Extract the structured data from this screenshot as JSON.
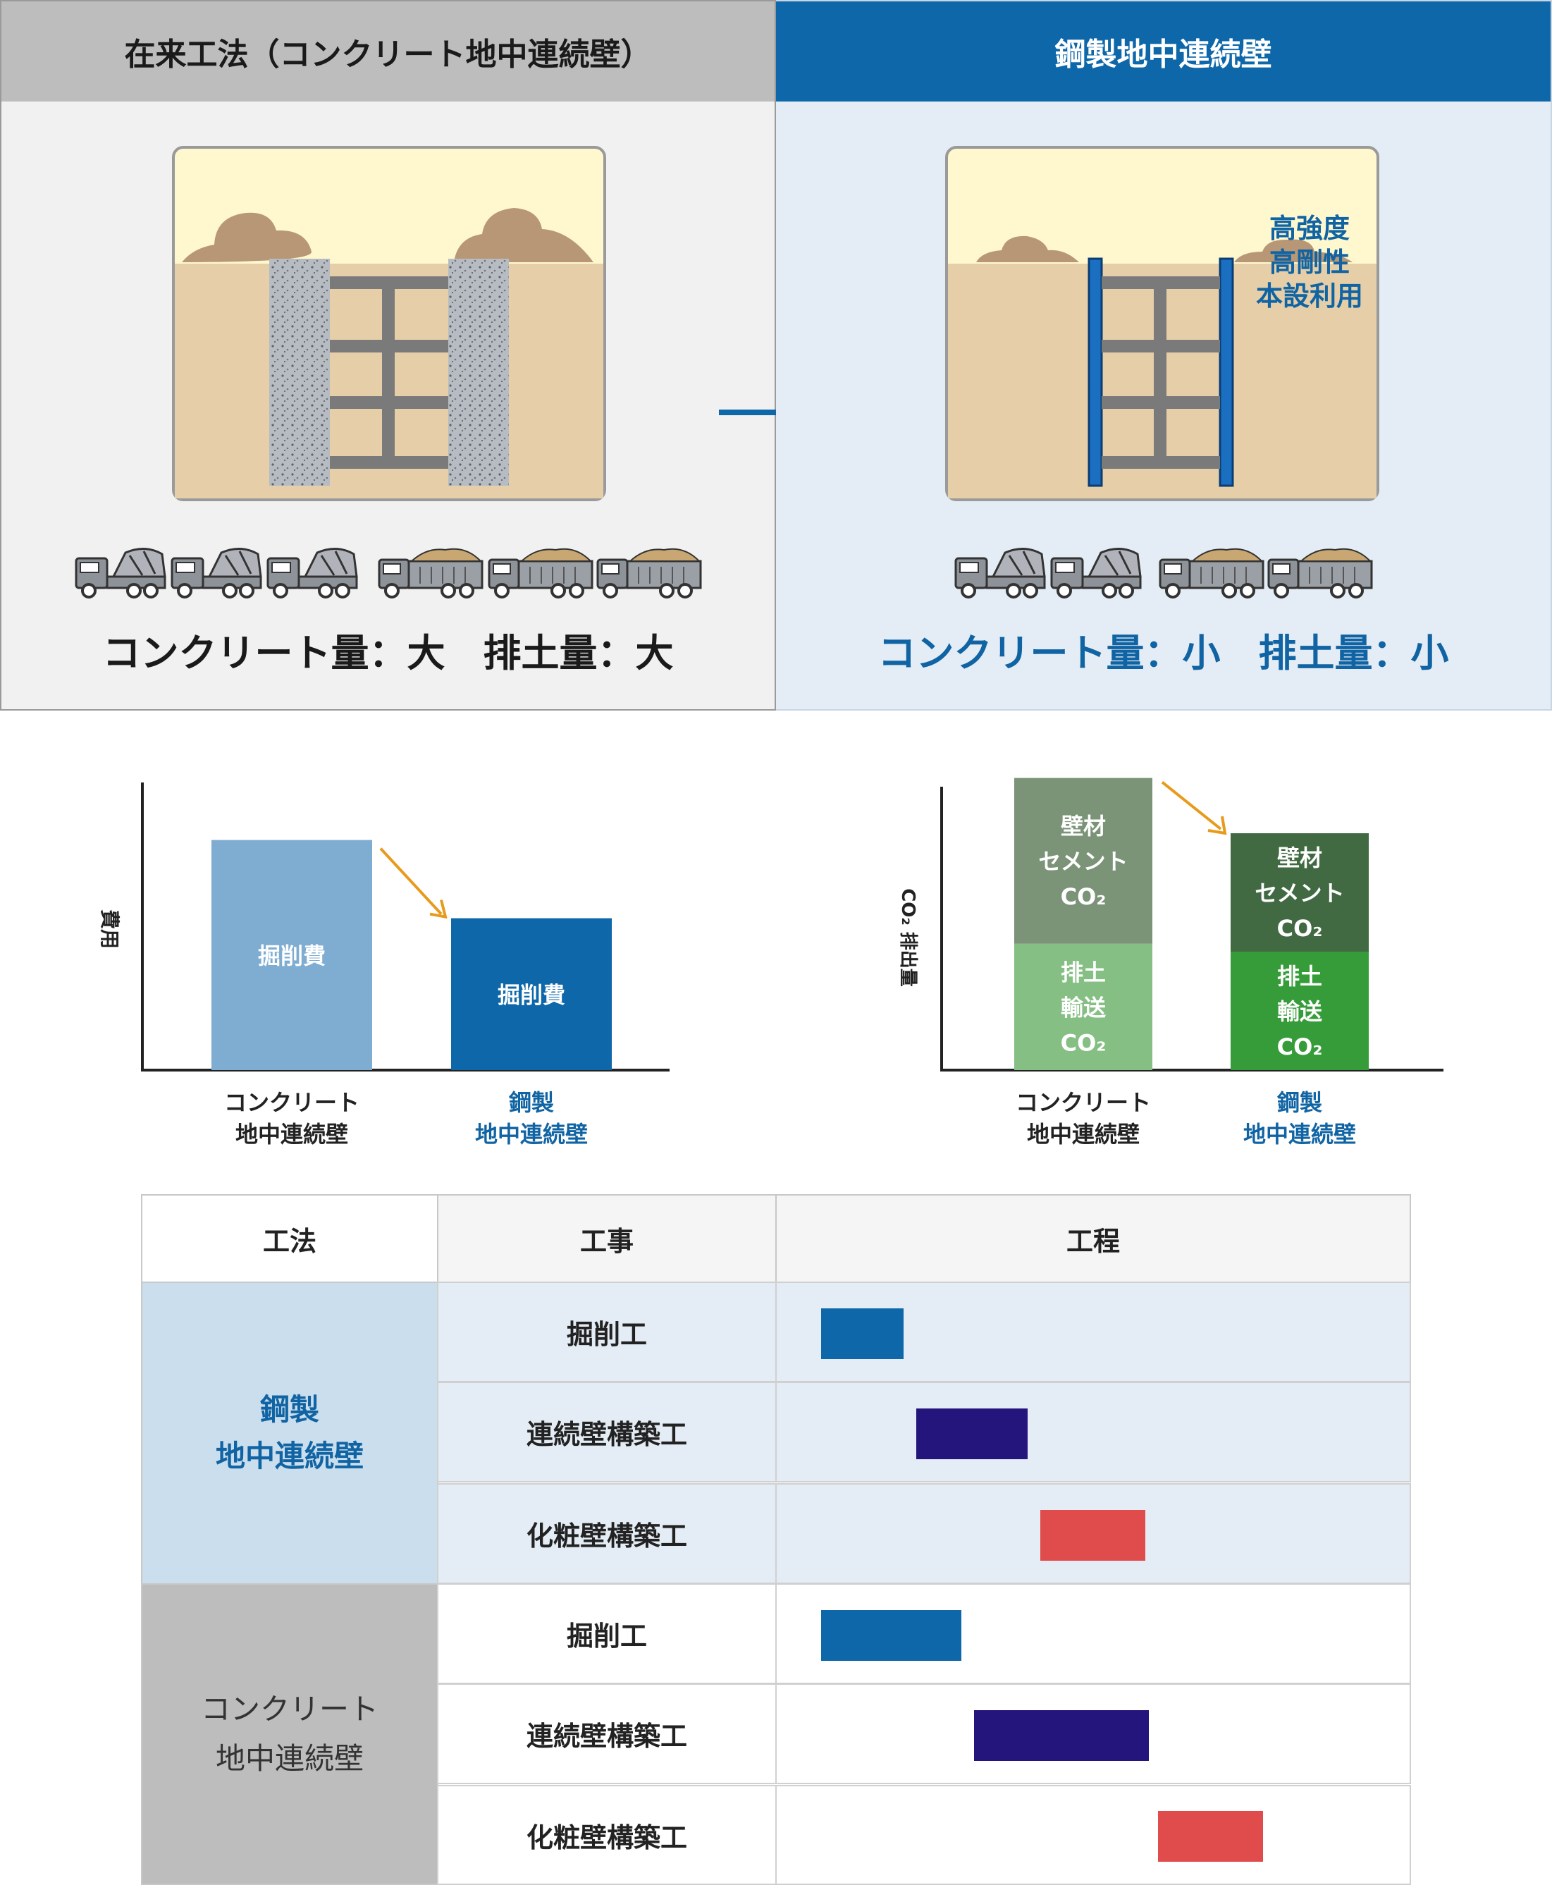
{
  "comparison": {
    "left": {
      "title": "在来工法（コンクリート地中連続壁）",
      "summary": "コンクリート量：大　排土量：大"
    },
    "right": {
      "title": "鋼製地中連続壁",
      "wall_note": [
        "高強度",
        "高剛性",
        "本設利用"
      ],
      "summary": "コンクリート量：小　排土量：小"
    }
  },
  "colors": {
    "steel_blue": "#0e67a9",
    "concrete_gray": "#bdbdbd",
    "orange_arrow": "#e89a1b",
    "excavation_bar": "#0e67a9",
    "wall_bar": "#24157c",
    "finish_bar": "#e04b4b"
  },
  "chart_data": [
    {
      "type": "bar",
      "ylabel": "費用",
      "categories": [
        "コンクリート\n地中連続壁",
        "鋼製\n地中連続壁"
      ],
      "series": [
        {
          "name": "掘削費",
          "values": [
            100,
            66
          ]
        }
      ]
    },
    {
      "type": "bar",
      "stacked": true,
      "ylabel": "CO₂ 排出量",
      "categories": [
        "コンクリート\n地中連続壁",
        "鋼製\n地中連続壁"
      ],
      "series": [
        {
          "name": "排土輸送CO₂",
          "values": [
            48,
            45
          ]
        },
        {
          "name": "壁材セメントCO₂",
          "values": [
            63,
            45
          ]
        }
      ],
      "segment_labels": {
        "lower": [
          "排土",
          "輸送",
          "CO₂"
        ],
        "upper": [
          "壁材",
          "セメント",
          "CO₂"
        ]
      }
    }
  ],
  "chart_labels": {
    "cost_ylabel": "費用",
    "co2_ylabel": "CO₂ 排出量",
    "bar_label": "掘削費",
    "cat_conc_1": "コンクリート",
    "cat_conc_2": "地中連続壁",
    "cat_steel_1": "鋼製",
    "cat_steel_2": "地中連続壁",
    "upper_1": "壁材",
    "upper_2": "セメント",
    "upper_3": "CO₂",
    "lower_1": "排土",
    "lower_2": "輸送",
    "lower_3": "CO₂"
  },
  "schedule_table": {
    "headers": [
      "工法",
      "工事",
      "工程"
    ],
    "groups": [
      {
        "name_lines": [
          "鋼製",
          "地中連続壁"
        ],
        "rows": [
          {
            "task": "掘削工",
            "start": 0.07,
            "end": 0.2
          },
          {
            "task": "連続壁構築工",
            "start": 0.22,
            "end": 0.395
          },
          {
            "task": "化粧壁構築工",
            "start": 0.415,
            "end": 0.58
          }
        ]
      },
      {
        "name_lines": [
          "コンクリート",
          "地中連続壁"
        ],
        "rows": [
          {
            "task": "掘削工",
            "start": 0.07,
            "end": 0.29
          },
          {
            "task": "連続壁構築工",
            "start": 0.31,
            "end": 0.585
          },
          {
            "task": "化粧壁構築工",
            "start": 0.6,
            "end": 0.765
          }
        ]
      }
    ]
  }
}
